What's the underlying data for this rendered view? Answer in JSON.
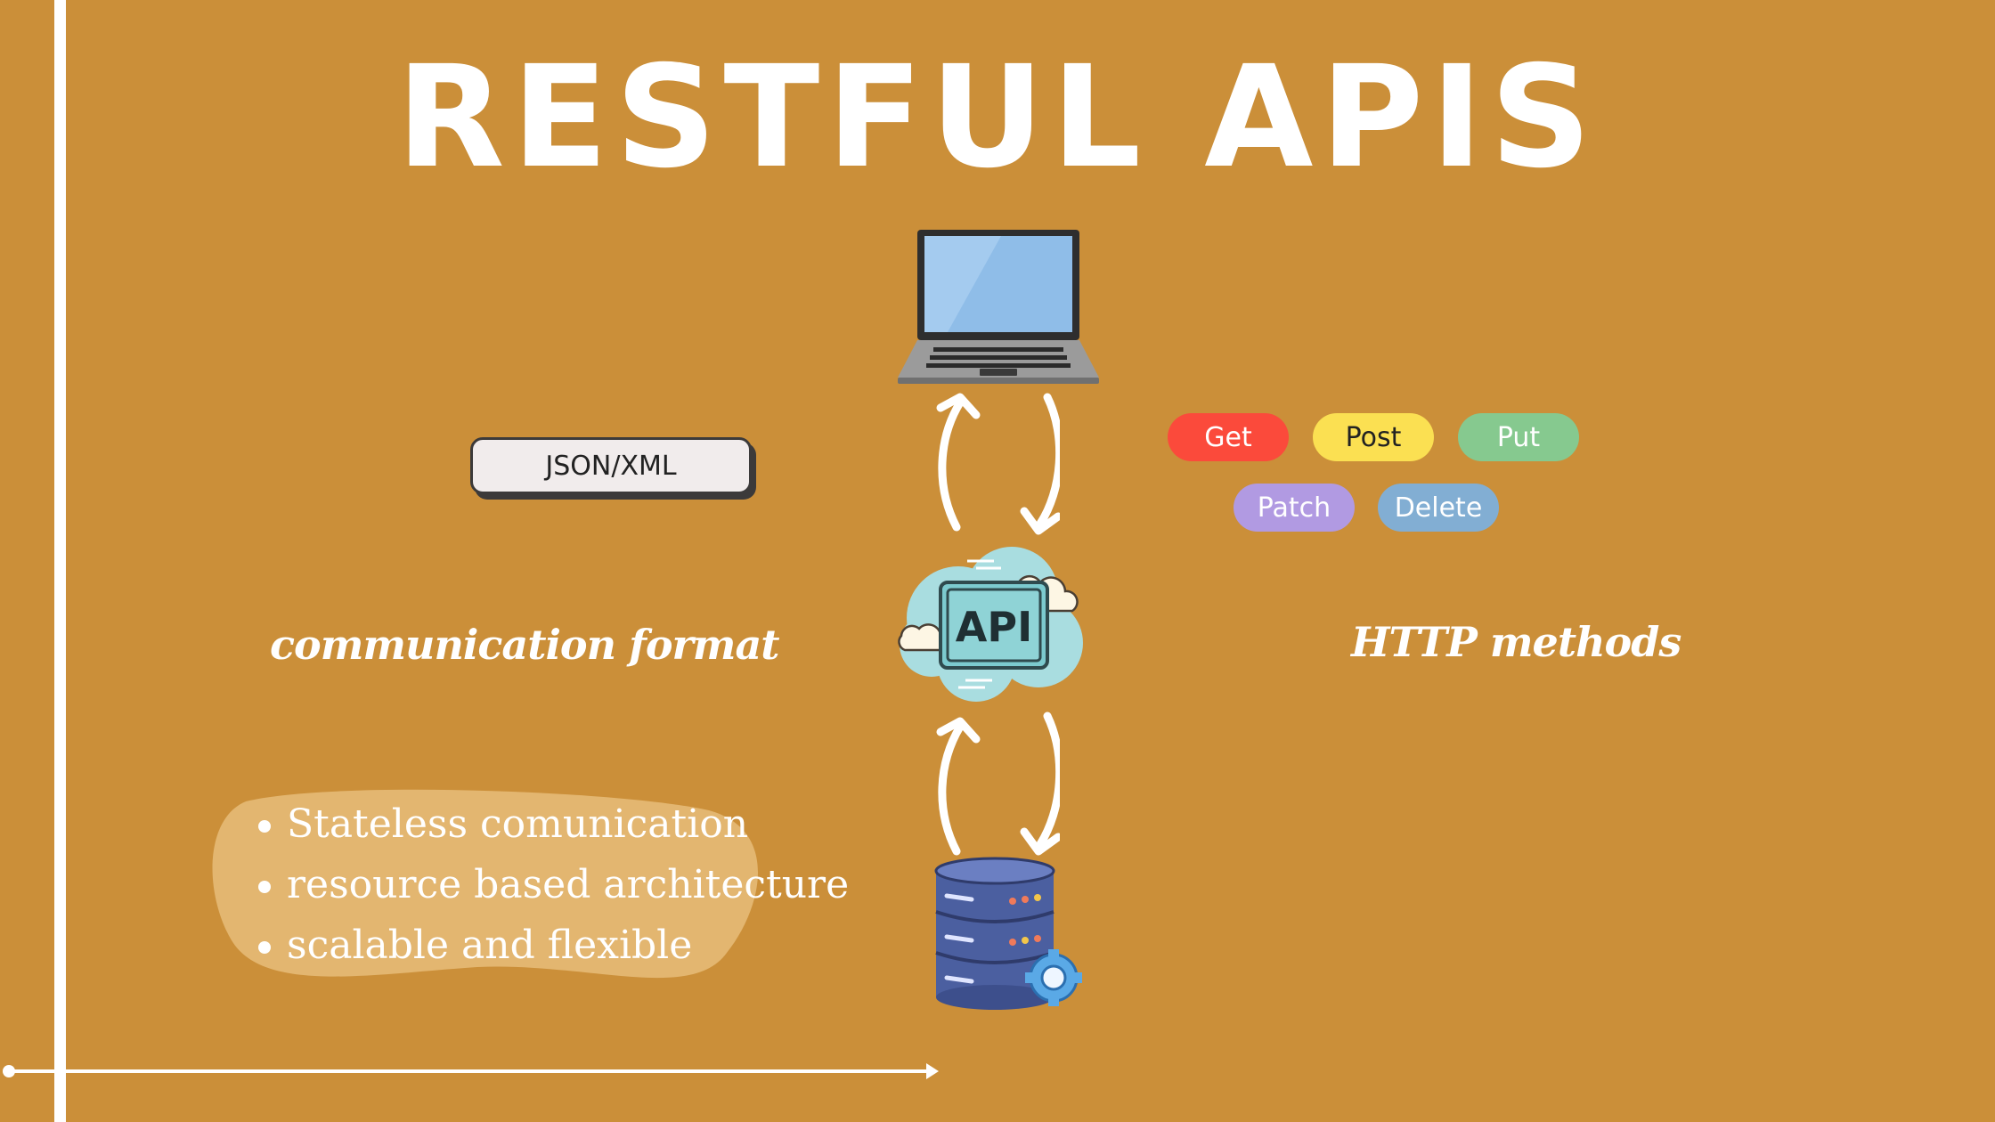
{
  "title": "RESTFUL APIS",
  "format_pill": {
    "text": "JSON/XML"
  },
  "labels": {
    "communication_format": "communication format",
    "http_methods": "HTTP methods"
  },
  "http_methods": [
    {
      "text": "Get",
      "bg": "#fb4a3b",
      "fg": "#ffffff"
    },
    {
      "text": "Post",
      "bg": "#fbe052",
      "fg": "#222222"
    },
    {
      "text": "Put",
      "bg": "#86c98f",
      "fg": "#ffffff"
    },
    {
      "text": "Patch",
      "bg": "#b19ae2",
      "fg": "#ffffff"
    },
    {
      "text": "Delete",
      "bg": "#82aed3",
      "fg": "#ffffff"
    }
  ],
  "api_badge": {
    "text": "API"
  },
  "features": [
    "Stateless comunication",
    "resource based architecture",
    "scalable and flexible"
  ],
  "icons": {
    "client": "laptop-icon",
    "api": "api-cloud-icon",
    "server": "database-server-icon"
  },
  "colors": {
    "background": "#cb8f39",
    "accent_white": "#ffffff",
    "blob": "#e3b670"
  }
}
